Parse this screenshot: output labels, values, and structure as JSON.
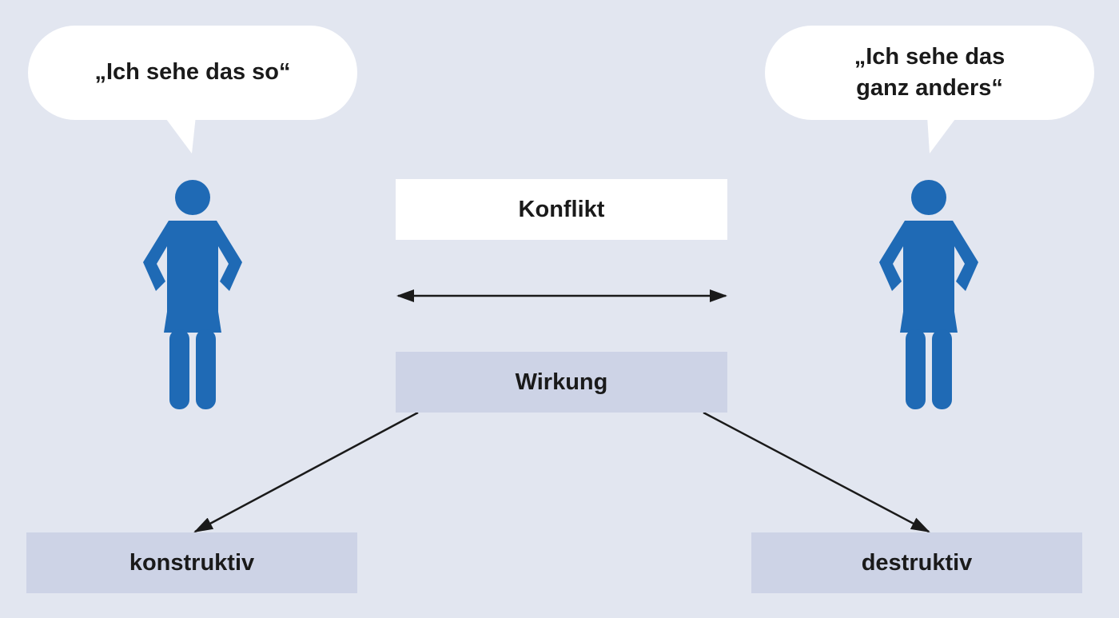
{
  "speech": {
    "left": "„Ich sehe das so“",
    "right": "„Ich sehe das\nganz anders“"
  },
  "labels": {
    "conflict": "Konflikt",
    "effect": "Wirkung",
    "constructive": "konstruktiv",
    "destructive": "destruktiv"
  },
  "colors": {
    "background": "#e2e6f0",
    "figure": "#1f6ab5",
    "box_blue": "#cdd3e6",
    "box_white": "#ffffff",
    "text": "#1a1a1a"
  }
}
